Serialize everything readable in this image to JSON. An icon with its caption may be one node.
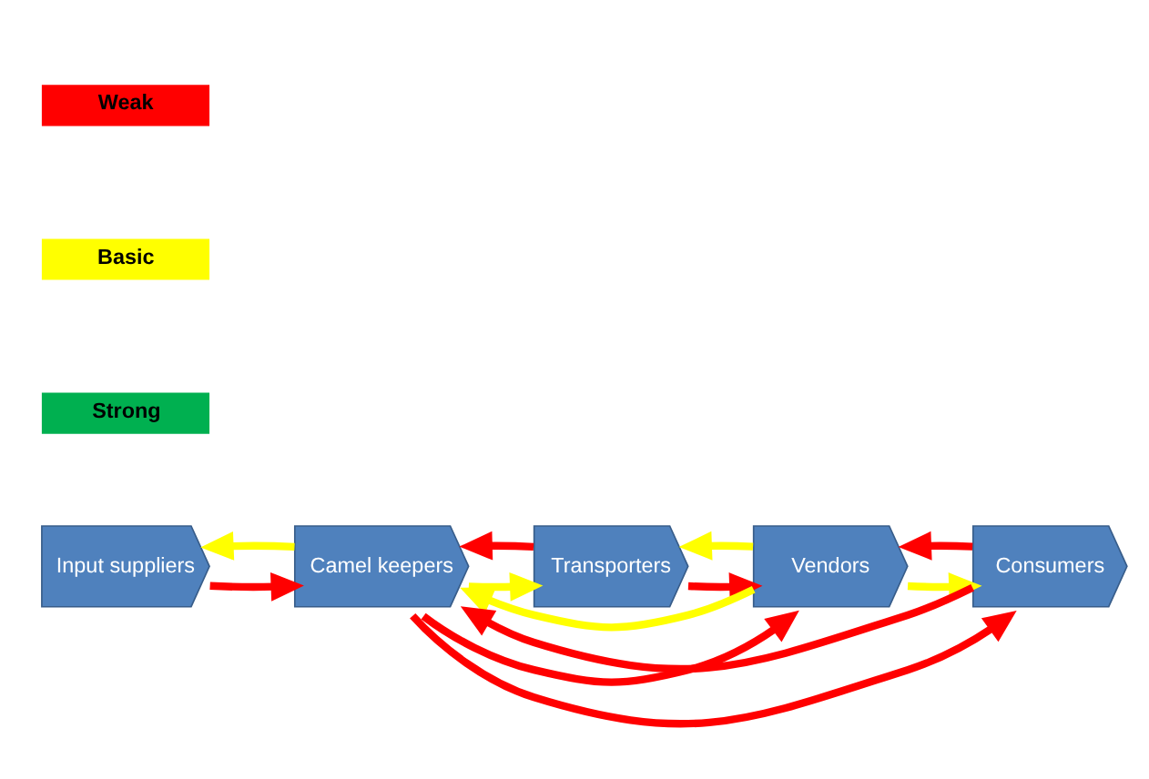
{
  "diagram": {
    "nodes": [
      {
        "text": [
          "Input suppliers"
        ]
      },
      {
        "text": [
          "Camel keepers"
        ]
      },
      {
        "text": [
          "Transporters"
        ]
      },
      {
        "text": [
          "Vendors"
        ]
      },
      {
        "text": [
          "Consumers"
        ]
      }
    ],
    "edges": [
      {
        "from": 0,
        "to": 1,
        "arrow": "to"
      },
      {
        "from": 1,
        "to": 0,
        "arrow": "to",
        "color": "#ffff00"
      },
      {
        "from": 1,
        "to": 2,
        "arrow": "to",
        "color": "#ffff00"
      },
      {
        "from": 2,
        "to": 1,
        "arrow": "to"
      },
      {
        "from": 2,
        "to": 3,
        "arrow": "to"
      },
      {
        "from": 3,
        "to": 2,
        "arrow": "to",
        "color": "#ffff00"
      },
      {
        "from": 3,
        "to": 4,
        "arrow": "to",
        "color": "#ffff00"
      },
      {
        "from": 4,
        "to": 3,
        "arrow": "to"
      },
      {
        "from": 1,
        "to": 3,
        "arrow": "to"
      },
      {
        "from": 1,
        "to": 4,
        "arrow": "to"
      },
      {
        "from": 3,
        "to": 1,
        "arrow": "to",
        "color": "#ffff00"
      },
      {
        "from": 4,
        "to": 1,
        "arrow": "to"
      }
    ],
    "legend": [
      {
        "text": "Weak",
        "color": "#ff0000"
      },
      {
        "text": "Basic",
        "color": "#ffff00"
      },
      {
        "text": "Strong",
        "color": "#00b050"
      }
    ]
  }
}
